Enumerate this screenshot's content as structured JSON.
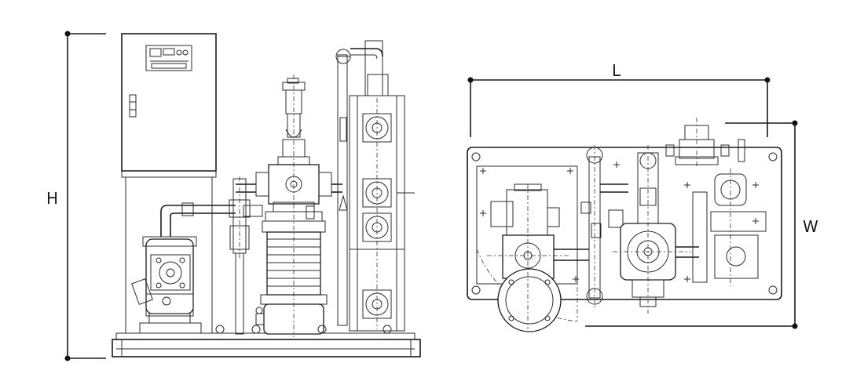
{
  "dimensions": {
    "height_label": "H",
    "length_label": "L",
    "width_label": "W"
  }
}
